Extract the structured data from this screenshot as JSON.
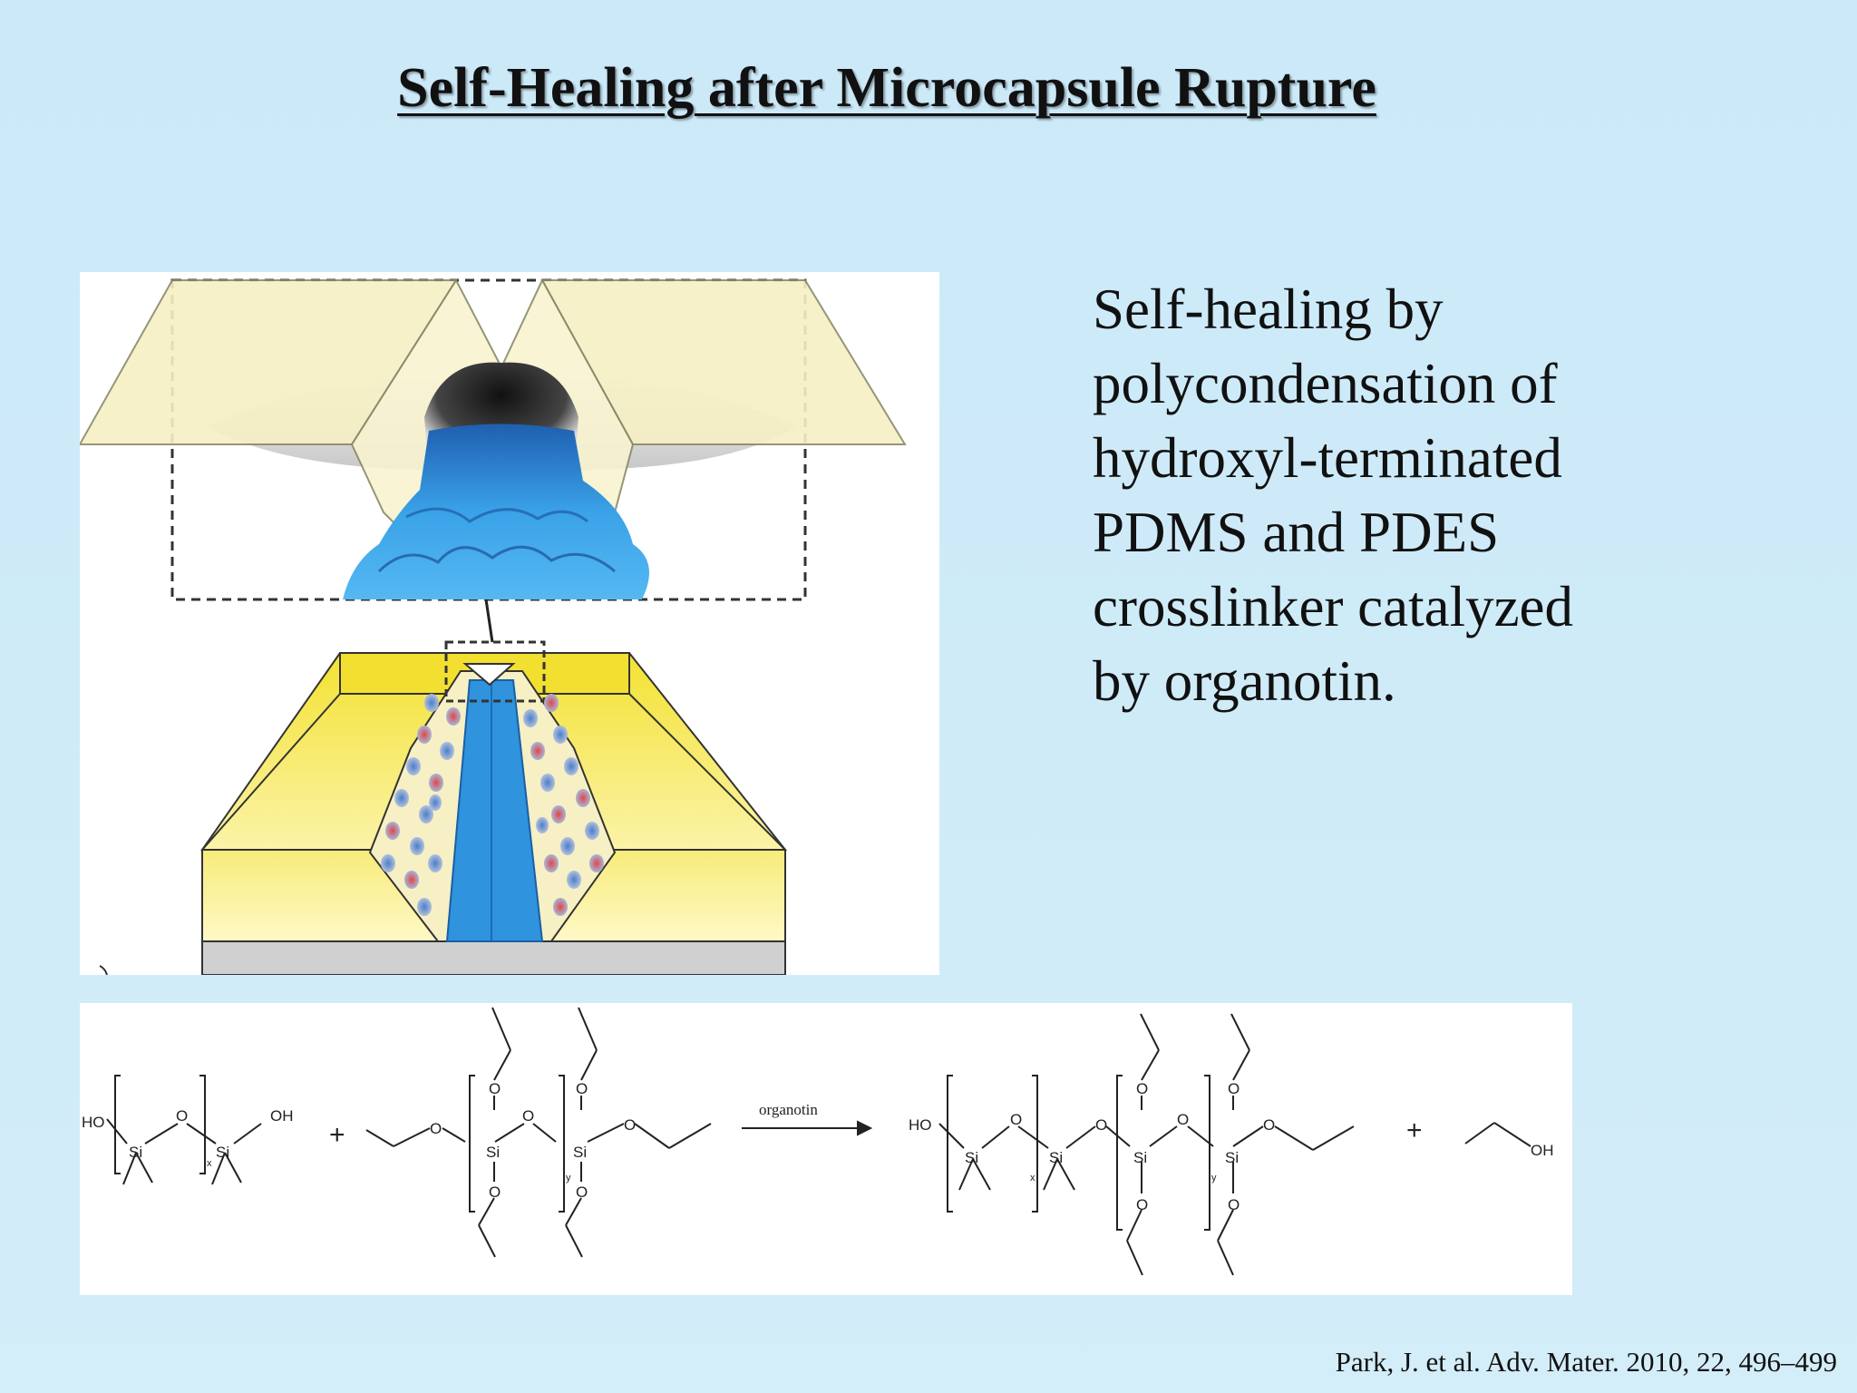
{
  "slide": {
    "title": "Self-Healing after Microcapsule Rupture",
    "body_lines": [
      "Self-healing by",
      "polycondensation of",
      "hydroxyl-terminated",
      "PDMS and PDES",
      "crosslinker catalyzed",
      "by organotin."
    ],
    "citation": "Park, J. et al. Adv. Mater. 2010, 22, 496–499"
  },
  "reaction": {
    "ho": "HO",
    "oh": "OH",
    "si": "Si",
    "o": "O",
    "x": "x",
    "y": "y",
    "plus": "+",
    "arrow_label": "organotin"
  },
  "colors": {
    "background": "#cdeaf8",
    "matrix_yellow": "#f4e44a",
    "healing_agent_blue": "#2f8fd8",
    "capsule_shell": "#f3efc8",
    "red_dot": "#d9444a",
    "blue_dot": "#5b8fd0"
  }
}
